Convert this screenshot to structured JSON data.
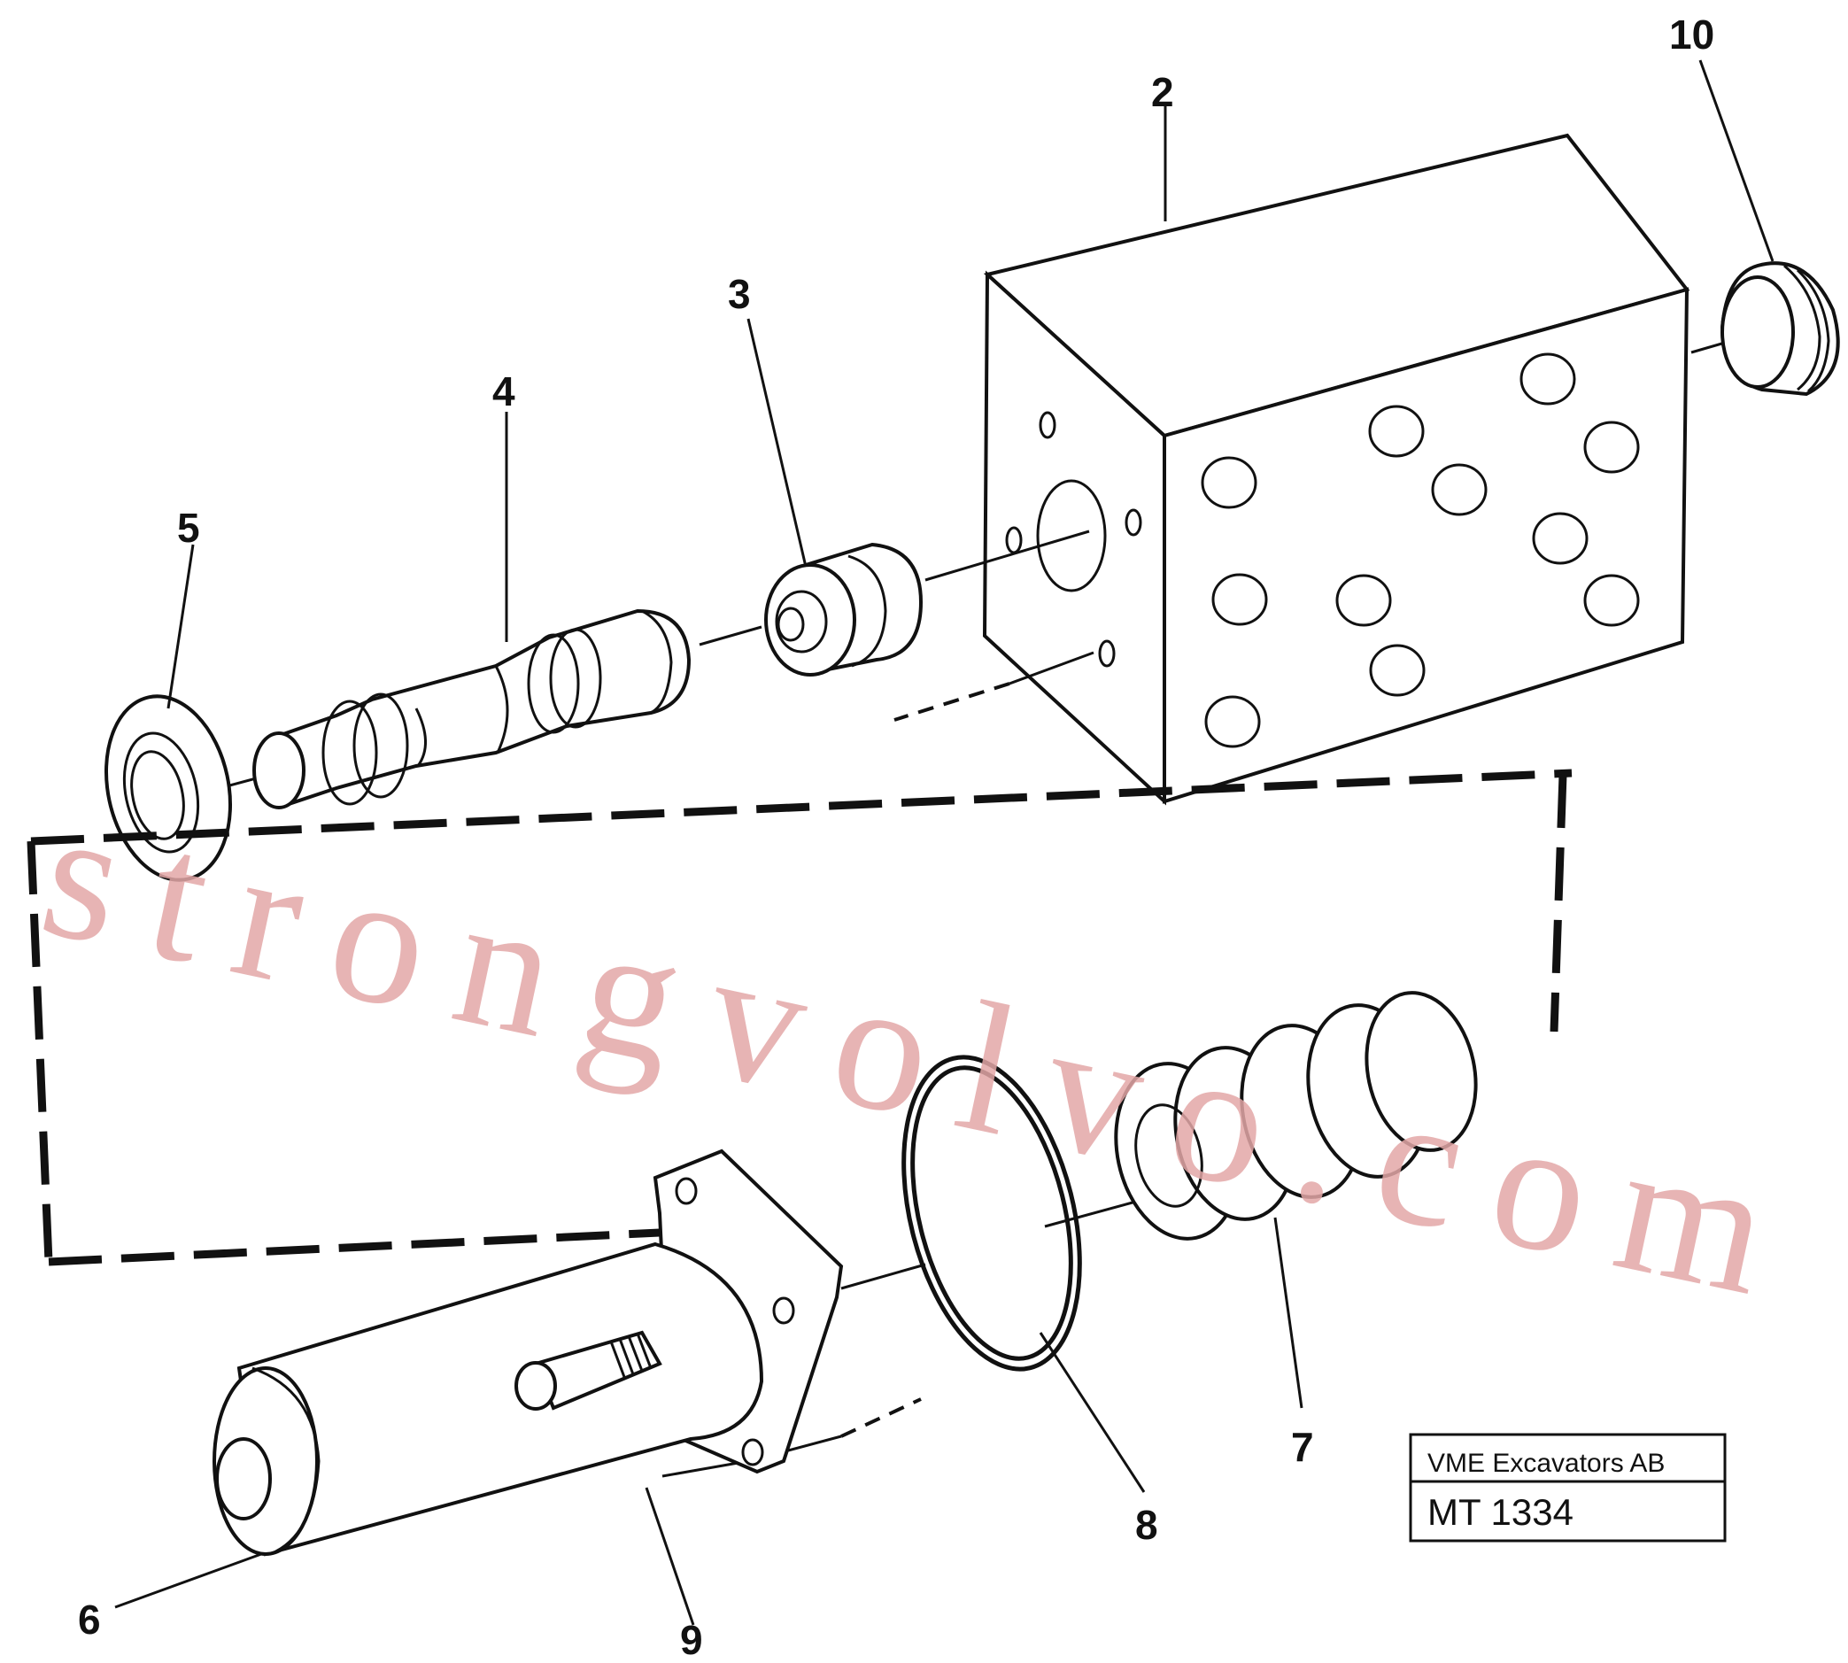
{
  "diagram": {
    "part_labels": {
      "p2": "2",
      "p3": "3",
      "p4": "4",
      "p5": "5",
      "p6": "6",
      "p7": "7",
      "p8": "8",
      "p9": "9",
      "p10": "10"
    },
    "title_block": {
      "company": "VME Excavators AB",
      "drawing_number": "MT 1334"
    },
    "watermark": "strongvolvo.com"
  }
}
